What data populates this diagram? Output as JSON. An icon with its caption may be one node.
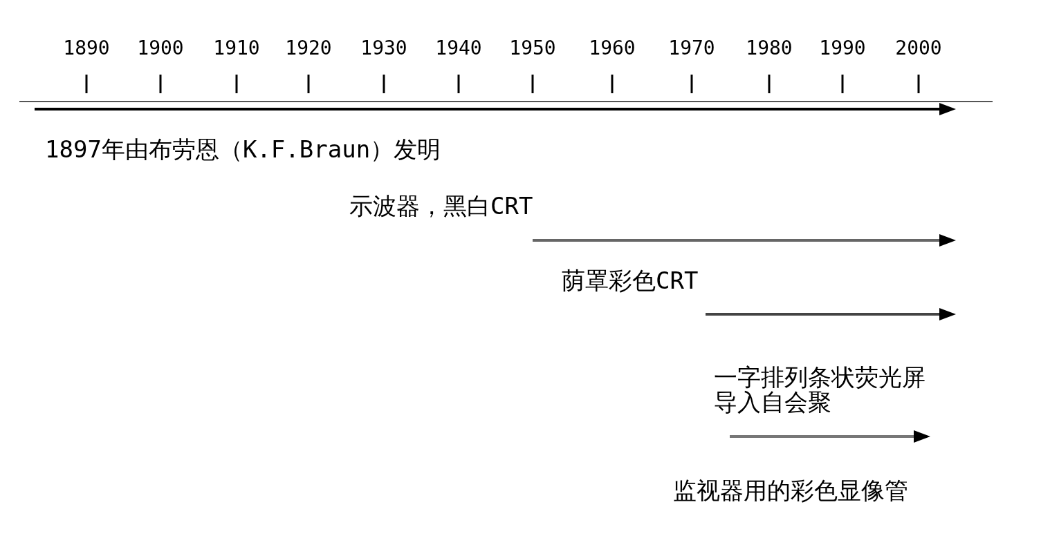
{
  "diagram": {
    "labels": [
      "1890",
      "1900",
      "1910",
      "1920",
      "1930",
      "1940",
      "1950",
      "1960",
      "1970",
      "1980",
      "1990",
      "2000",
      "1897年由布劳恩（K.F.Braun）发明",
      "示波器，黑白CRT",
      "荫罩彩色CRT",
      "一字排列条状荧光屏导入自会聚",
      "监视器用的彩色显像管"
    ]
  }
}
